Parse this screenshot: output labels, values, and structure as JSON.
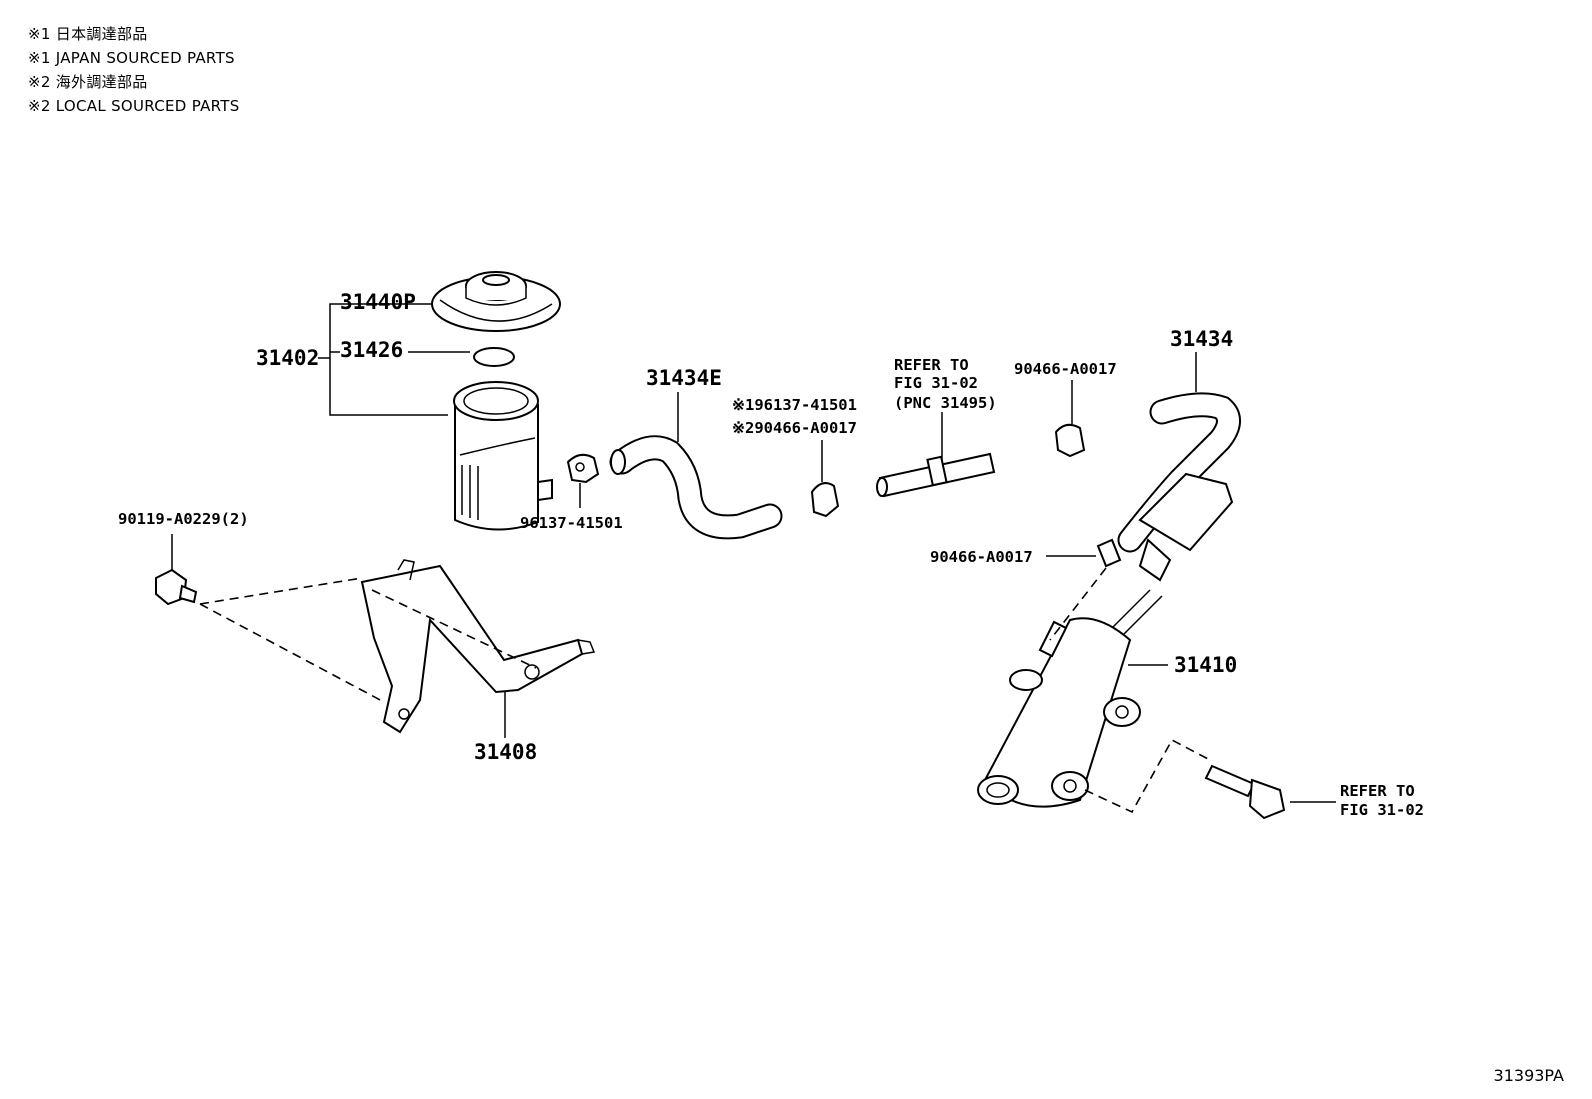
{
  "notes": [
    "※1 日本調達部品",
    "※1 JAPAN SOURCED PARTS",
    "※2 海外調達部品",
    "※2 LOCAL SOURCED PARTS"
  ],
  "labels": {
    "p31440P": "31440P",
    "p31426": "31426",
    "p31402": "31402",
    "p31434E": "31434E",
    "p96137_a": "96137-41501",
    "note1_part": "※196137-41501",
    "note2_part": "※290466-A0017",
    "refer_fig_a1": "REFER TO",
    "refer_fig_a2": "FIG 31-02",
    "refer_fig_a3": "(PNC 31495)",
    "p90466_top": "90466-A0017",
    "p31434": "31434",
    "p90466_mid": "90466-A0017",
    "p90119": "90119-A0229(2)",
    "p31408": "31408",
    "p31410": "31410",
    "refer_fig_b1": "REFER TO",
    "refer_fig_b2": "FIG 31-02"
  },
  "figure_code": "31393PA"
}
